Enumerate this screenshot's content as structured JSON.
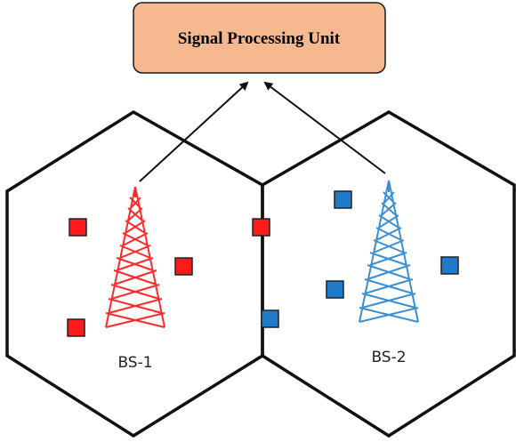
{
  "processing_unit": {
    "label": "Signal Processing Unit",
    "fill_color": "#f5b88f",
    "border_color": "#1a1a1a"
  },
  "cells": [
    {
      "label": "BS-1",
      "tower_color": "#ff2a2a",
      "user_color": "#ff1a1a"
    },
    {
      "label": "BS-2",
      "tower_color": "#3c8fd1",
      "user_color": "#1f7ccc"
    }
  ],
  "colors": {
    "cell_border": "#111111",
    "arrow": "#111111"
  }
}
